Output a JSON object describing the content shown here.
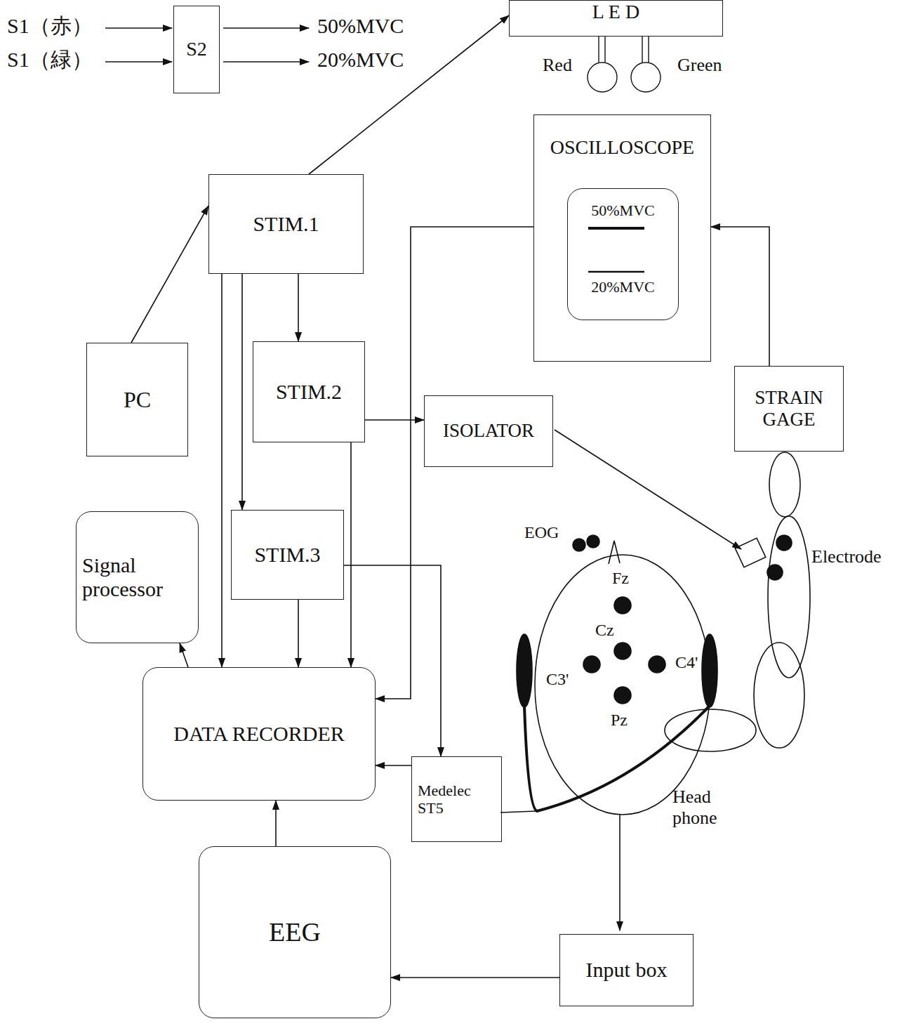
{
  "diagram": {
    "nodes": [
      {
        "text": [
          "L E D"
        ]
      },
      {
        "text": [
          "OSCILLOSCOPE"
        ]
      },
      {
        "text": [
          "50%MVC",
          "20%MVC"
        ],
        "in": 1
      },
      {
        "text": [
          "S2"
        ]
      },
      {
        "text": [
          "STIM.1"
        ]
      },
      {
        "text": [
          "PC"
        ]
      },
      {
        "text": [
          "STIM.2"
        ]
      },
      {
        "text": [
          "ISOLATOR"
        ]
      },
      {
        "text": [
          "STRAIN GAGE"
        ]
      },
      {
        "text": [
          "Signal processor"
        ]
      },
      {
        "text": [
          "STIM.3"
        ]
      },
      {
        "text": [
          "DATA RECORDER"
        ]
      },
      {
        "text": [
          "Medelec ST5"
        ]
      },
      {
        "text": [
          "EEG"
        ]
      },
      {
        "text": [
          "Input box"
        ]
      }
    ],
    "edges": [
      {
        "from": 5,
        "to": 4,
        "arrow": "to"
      },
      {
        "from": 4,
        "to": 0,
        "arrow": "to"
      },
      {
        "from": 4,
        "to": 6,
        "arrow": "to"
      },
      {
        "from": 4,
        "to": 10,
        "arrow": "to"
      },
      {
        "from": 4,
        "to": 11,
        "arrow": "to"
      },
      {
        "from": 6,
        "to": 7,
        "arrow": "to"
      },
      {
        "from": 6,
        "to": 11,
        "arrow": "to"
      },
      {
        "from": 10,
        "to": 11,
        "arrow": "to"
      },
      {
        "from": 10,
        "to": 12,
        "arrow": "to"
      },
      {
        "from": 1,
        "to": 11,
        "arrow": "to"
      },
      {
        "from": 8,
        "to": 1,
        "arrow": "to"
      },
      {
        "from": 12,
        "to": 11,
        "arrow": "to"
      },
      {
        "from": 13,
        "to": 11,
        "arrow": "to"
      },
      {
        "from": 14,
        "to": 13,
        "arrow": "to"
      },
      {
        "from": 11,
        "to": 9,
        "arrow": "to"
      }
    ],
    "labels": [
      "S1（赤）",
      "S1（緑）",
      "50%MVC",
      "20%MVC",
      "Red",
      "Green",
      "EOG",
      "Fz",
      "Cz",
      "C3'",
      "C4'",
      "Pz",
      "Electrode",
      "Head phone"
    ]
  }
}
